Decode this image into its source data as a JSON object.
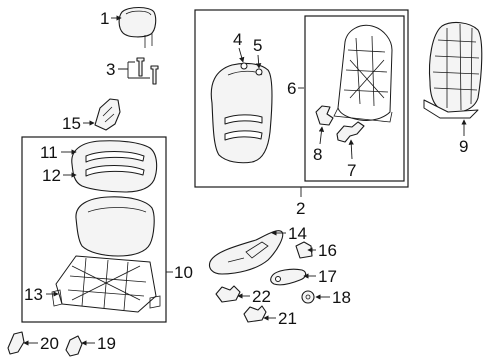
{
  "callouts": {
    "c1": "1",
    "c2": "2",
    "c3": "3",
    "c4": "4",
    "c5": "5",
    "c6": "6",
    "c7": "7",
    "c8": "8",
    "c9": "9",
    "c10": "10",
    "c11": "11",
    "c12": "12",
    "c13": "13",
    "c14": "14",
    "c15": "15",
    "c16": "16",
    "c17": "17",
    "c18": "18",
    "c19": "19",
    "c20": "20",
    "c21": "21",
    "c22": "22"
  },
  "colors": {
    "line": "#1a1a1a",
    "part_fill": "#f4f4f4",
    "background": "#ffffff"
  }
}
